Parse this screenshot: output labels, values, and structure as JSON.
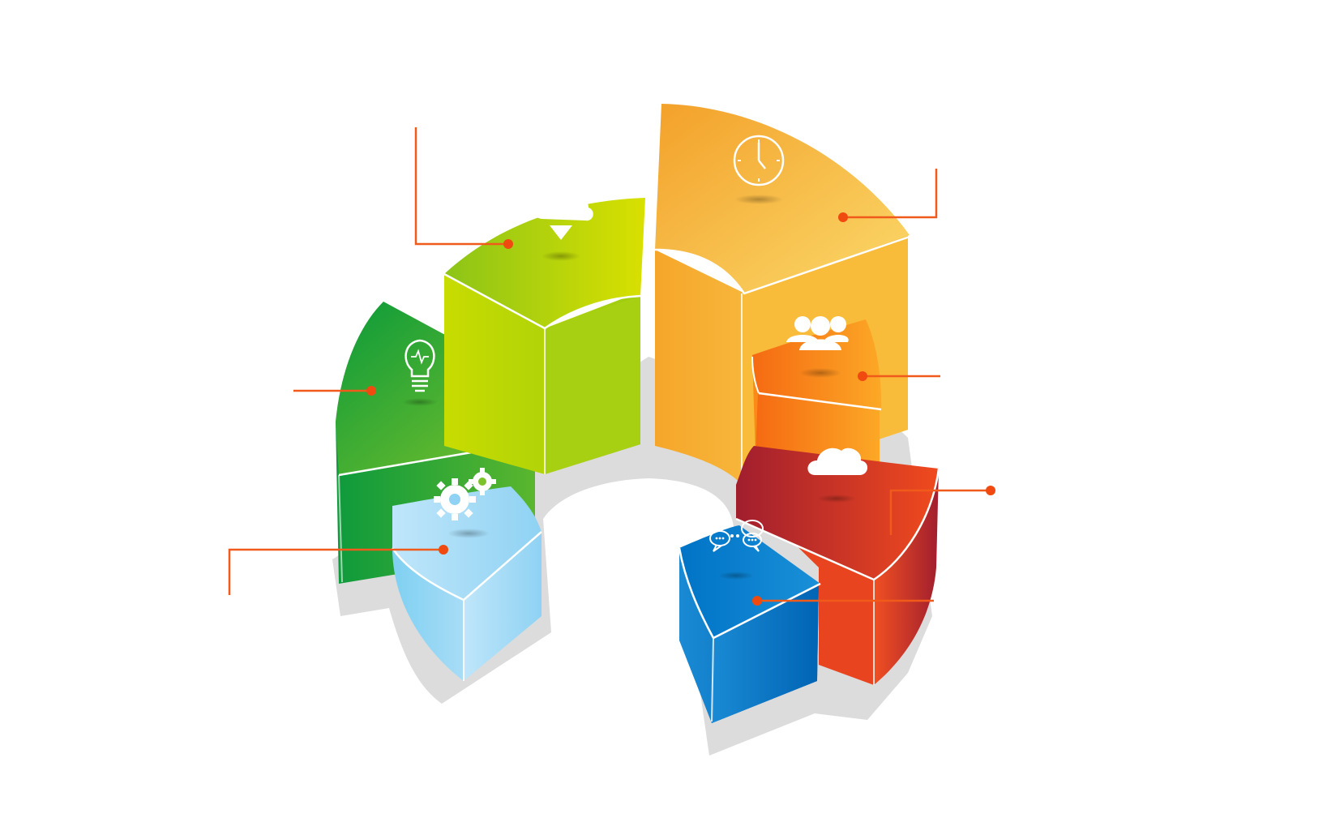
{
  "diagram": {
    "type": "3d-segmented-ring-infographic",
    "segment_count": 6,
    "connector_color": "#f05a1a",
    "segments": [
      {
        "id": "orange",
        "icon": "clock-icon",
        "colors": [
          "#f3a12a",
          "#fbd35a"
        ]
      },
      {
        "id": "yellow-green",
        "icon": "cloud-download-icon",
        "colors": [
          "#8cc418",
          "#d9e000"
        ]
      },
      {
        "id": "green",
        "icon": "lightbulb-icon",
        "colors": [
          "#0b9a3a",
          "#7cc22a"
        ]
      },
      {
        "id": "light-blue",
        "icon": "gears-icon",
        "colors": [
          "#7fd0f2",
          "#bfe6fa"
        ]
      },
      {
        "id": "blue",
        "icon": "chat-bubbles-icon",
        "colors": [
          "#0064b4",
          "#1a90d8"
        ]
      },
      {
        "id": "red",
        "icon": "cloud-icon",
        "colors": [
          "#a11e2e",
          "#f04a1e"
        ]
      },
      {
        "id": "dark-orange",
        "icon": "people-icon",
        "colors": [
          "#f56a12",
          "#fca826"
        ]
      }
    ]
  }
}
